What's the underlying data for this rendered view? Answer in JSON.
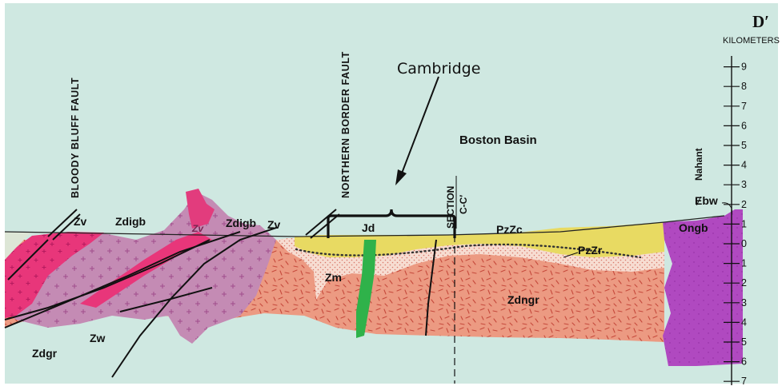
{
  "figure": {
    "end_label": "D′",
    "scale_unit": "KILOMETERS",
    "annotation": "Cambridge",
    "basin_label": "Boston Basin",
    "fault_labels": {
      "bloody_bluff": "BLOODY BLUFF FAULT",
      "northern_border": "NORTHERN BORDER FAULT"
    },
    "section_label_top": "SECTION",
    "section_label_bottom": "C-C′",
    "place_label": "Nahant",
    "units": {
      "zv_left": "Zv",
      "zdigb_left": "Zdigb",
      "zv_small": "Zv",
      "zdigb_right": "Zdigb",
      "zv_right": "Zv",
      "jd": "Jd",
      "pzzc": "PzZc",
      "pzzr": "PzZr",
      "zm": "Zm",
      "zdngr": "Zdngr",
      "ongb": "Ongb",
      "cbw": "Ɇbw",
      "zw": "Zw",
      "zdgr": "Zdgr"
    },
    "scale_ticks": [
      {
        "value": 9,
        "label": "9"
      },
      {
        "value": 8,
        "label": "8"
      },
      {
        "value": 7,
        "label": "7"
      },
      {
        "value": 6,
        "label": "6"
      },
      {
        "value": 5,
        "label": "5"
      },
      {
        "value": 4,
        "label": "4"
      },
      {
        "value": 3,
        "label": "3"
      },
      {
        "value": 2,
        "label": "2"
      },
      {
        "value": 1,
        "label": "1"
      },
      {
        "value": 0,
        "label": "0"
      },
      {
        "value": -1,
        "label": "1"
      },
      {
        "value": -2,
        "label": "2"
      },
      {
        "value": -3,
        "label": "3"
      },
      {
        "value": -4,
        "label": "4"
      },
      {
        "value": -5,
        "label": "5"
      },
      {
        "value": -6,
        "label": "6"
      },
      {
        "value": -7,
        "label": "7"
      }
    ],
    "colors": {
      "sky": "#cfe8e1",
      "zdngr": "#ec9a82",
      "pzzc": "#e8da62",
      "pzzr": "#f6dcd0",
      "zv": "#e8367a",
      "zdigb": "#c48bb4",
      "jd": "#2fb24a",
      "ongb": "#b049c0"
    }
  }
}
